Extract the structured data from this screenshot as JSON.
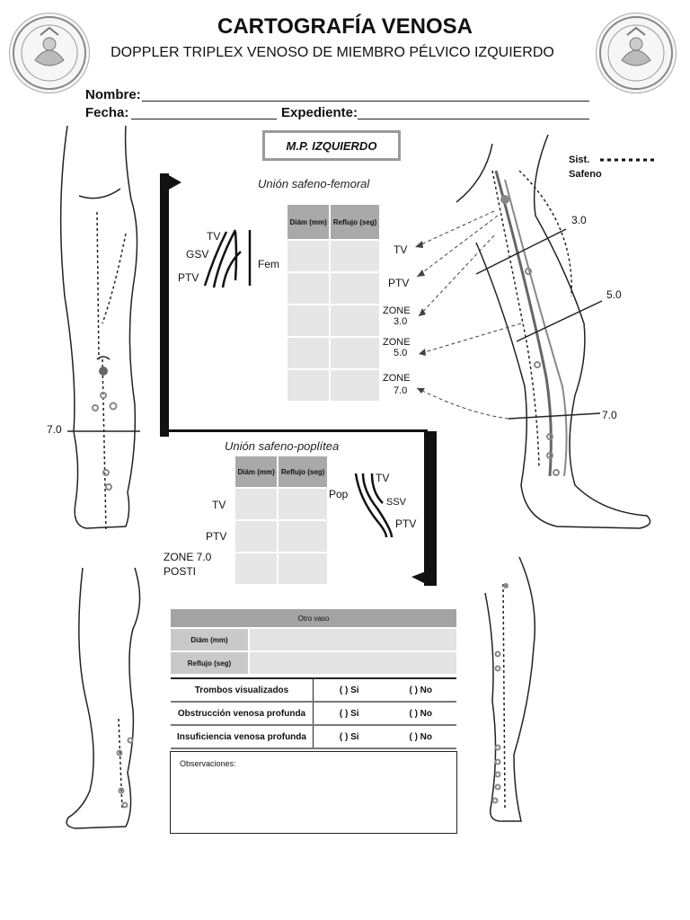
{
  "header": {
    "title": "CARTOGRAFÍA VENOSA",
    "subtitle": "DOPPLER TRIPLEX VENOSO DE MIEMBRO PÉLVICO IZQUIERDO"
  },
  "fields": {
    "nombre_label": "Nombre",
    "fecha_label": "Fecha",
    "expediente_label": "Expediente:"
  },
  "limb_box": "M.P. IZQUIERDO",
  "legend": {
    "line1": "Sist.",
    "line2": "Safeno"
  },
  "femoral": {
    "heading": "Unión safeno-femoral",
    "col_diam": "Diám (mm)",
    "col_reflujo": "Reflujo (seg)",
    "diagram_labels": {
      "tv": "TV",
      "gsv": "GSV",
      "ptv": "PTV",
      "fem": "Fem"
    }
  },
  "leg_right_labels": {
    "tv": "TV",
    "ptv": "PTV",
    "zone30_a": "ZONE",
    "zone30_b": "3.0",
    "zone50_a": "ZONE",
    "zone50_b": "5.0",
    "zone70_a": "ZONE",
    "zone70_b": "7.0",
    "mark30": "3.0",
    "mark50": "5.0",
    "mark70": "7.0"
  },
  "leg_left_mark": "7.0",
  "popliteal": {
    "heading": "Unión safeno-poplítea",
    "col_diam": "Diám (mm)",
    "col_reflujo": "Reflujo (seg)",
    "row_tv": "TV",
    "row_ptv": "PTV",
    "row_zone_a": "ZONE 7.0",
    "row_zone_b": "POSTI",
    "diagram_labels": {
      "pop": "Pop",
      "tv": "TV",
      "ssv": "SSV",
      "ptv": "PTV"
    }
  },
  "otro_vaso": {
    "heading": "Otro vaso",
    "diam": "Diám (mm)",
    "reflujo": "Reflujo (seg)"
  },
  "questions": [
    {
      "label": "Trombos visualizados",
      "yes": "(  ) Si",
      "no": "(  ) No"
    },
    {
      "label": "Obstrucción venosa profunda",
      "yes": "(  ) Si",
      "no": "(  ) No"
    },
    {
      "label": "Insuficiencia venosa profunda",
      "yes": "(  ) Si",
      "no": "(  ) No"
    }
  ],
  "observaciones": "Observaciones:"
}
